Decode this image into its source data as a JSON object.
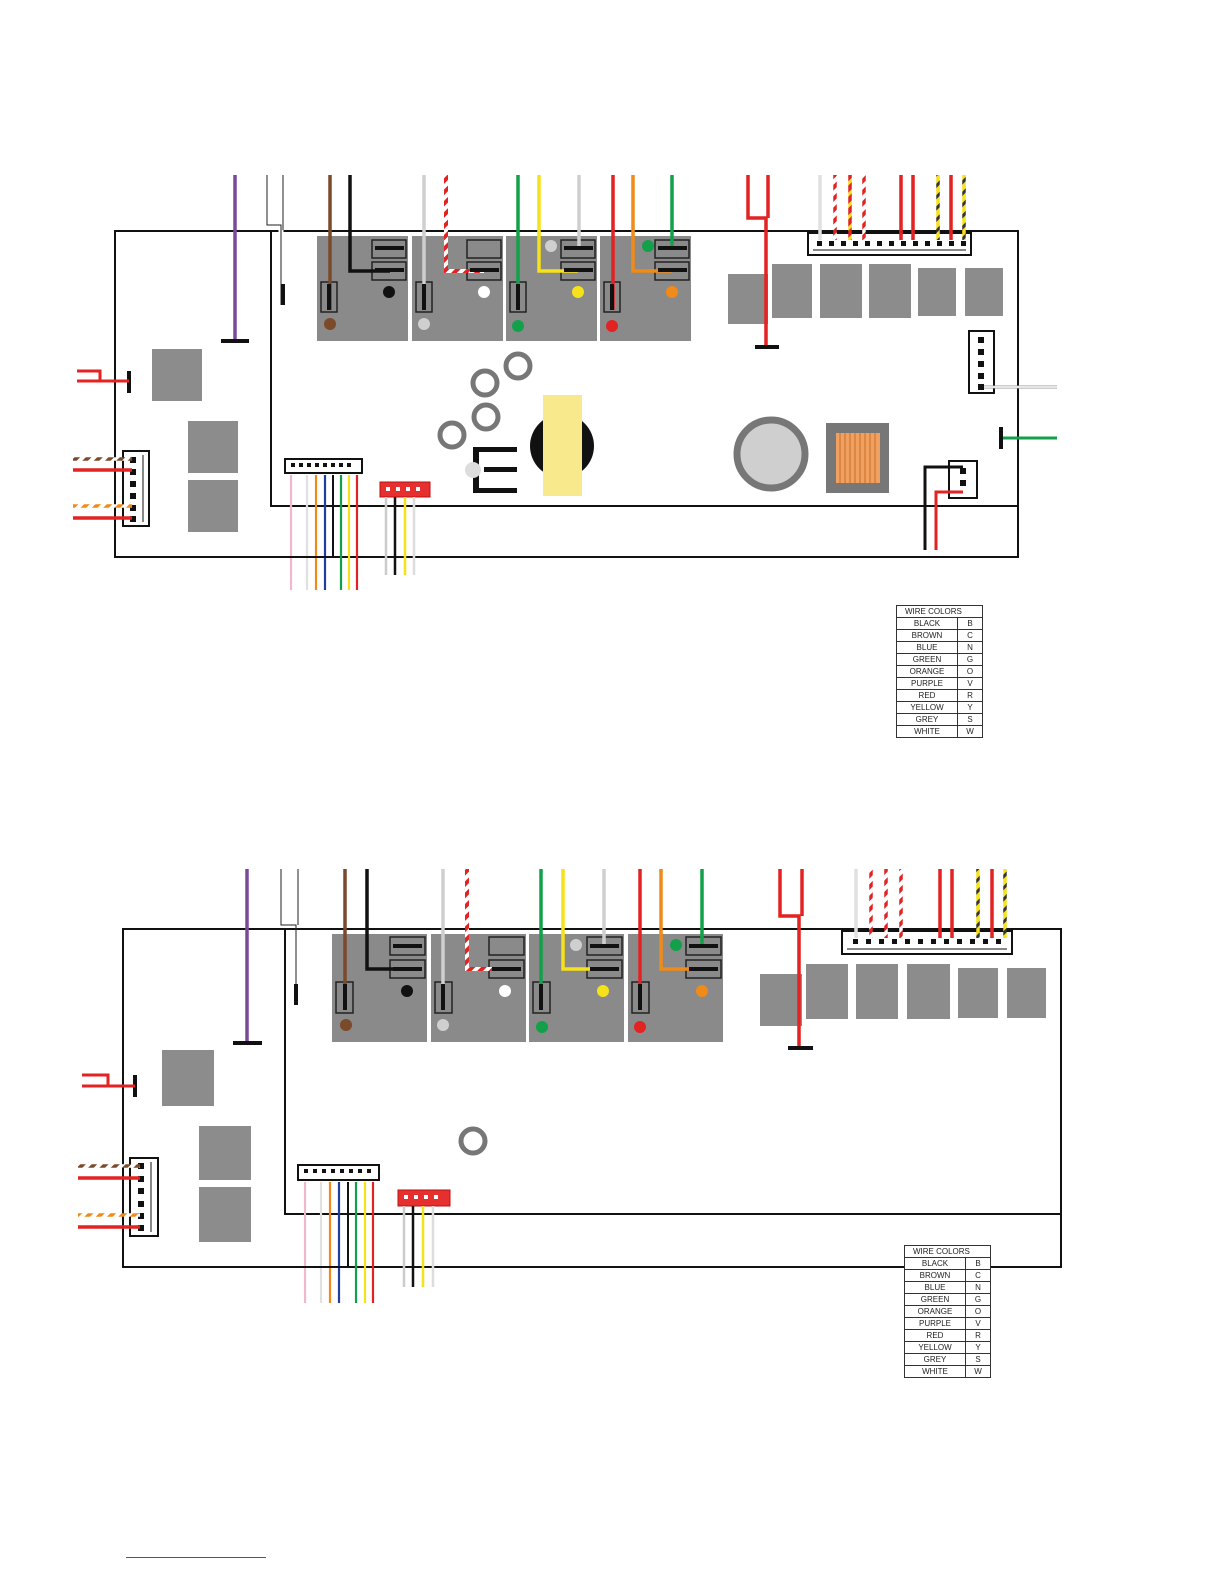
{
  "legend": {
    "title": "WIRE COLORS",
    "rows": [
      {
        "name": "BLACK",
        "code": "B"
      },
      {
        "name": "BROWN",
        "code": "C"
      },
      {
        "name": "BLUE",
        "code": "N"
      },
      {
        "name": "GREEN",
        "code": "G"
      },
      {
        "name": "ORANGE",
        "code": "O"
      },
      {
        "name": "PURPLE",
        "code": "V"
      },
      {
        "name": "RED",
        "code": "R"
      },
      {
        "name": "YELLOW",
        "code": "Y"
      },
      {
        "name": "GREY",
        "code": "S"
      },
      {
        "name": "WHITE",
        "code": "W"
      }
    ]
  },
  "colors": {
    "black": "#111111",
    "brown": "#7a4a2a",
    "blue": "#1f3fa0",
    "green": "#12a04a",
    "orange": "#f08a18",
    "purple": "#7a4a9a",
    "red": "#e32222",
    "yellow": "#f6e21a",
    "grey": "#cfcfcf",
    "white": "#ffffff",
    "relay_block": "#8a8a8a",
    "chip": "#8c8c8c",
    "connector_red": "#e63030",
    "transformer_yellow": "#f7e98c",
    "coil_orange": "#f0a060"
  },
  "diagrams": [
    {
      "name": "board-diagram-upper"
    },
    {
      "name": "board-diagram-lower"
    }
  ]
}
